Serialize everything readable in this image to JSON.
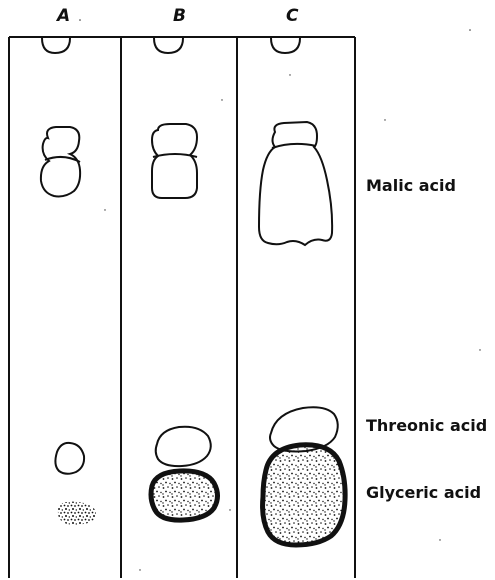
{
  "lanes": [
    {
      "label": "A"
    },
    {
      "label": "B"
    },
    {
      "label": "C"
    }
  ],
  "compounds": [
    {
      "label": "Malic acid"
    },
    {
      "label": "Threonic acid"
    },
    {
      "label": "Glyceric acid"
    }
  ]
}
